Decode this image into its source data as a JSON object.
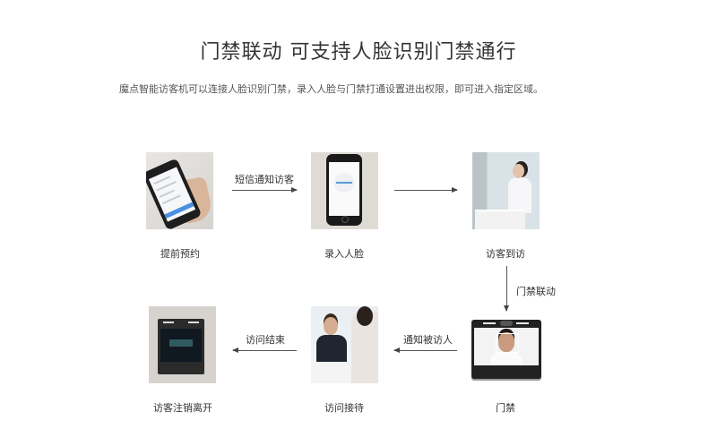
{
  "header": {
    "title": "门禁联动 可支持人脸识别门禁通行",
    "subtitle": "魔点智能访客机可以连接人脸识别门禁，录入人脸与门禁打通设置进出权限，即可进入指定区域。"
  },
  "flow": {
    "nodes": [
      {
        "id": "appointment",
        "label": "提前预约",
        "icon": "phone-in-hand-image"
      },
      {
        "id": "face-enroll",
        "label": "录入人脸",
        "icon": "phone-face-enroll-image"
      },
      {
        "id": "visitor-arrive",
        "label": "访客到访",
        "icon": "reception-desk-image"
      },
      {
        "id": "access-gate",
        "label": "门禁",
        "icon": "face-recognition-terminal-image"
      },
      {
        "id": "visit-reception",
        "label": "访问接待",
        "icon": "business-meeting-image"
      },
      {
        "id": "visitor-checkout",
        "label": "访客注销离开",
        "icon": "wall-terminal-image"
      }
    ],
    "edges": [
      {
        "from": "appointment",
        "to": "face-enroll",
        "label": "短信通知访客",
        "direction": "right"
      },
      {
        "from": "face-enroll",
        "to": "visitor-arrive",
        "label": "",
        "direction": "right"
      },
      {
        "from": "visitor-arrive",
        "to": "access-gate",
        "label": "门禁联动",
        "direction": "down"
      },
      {
        "from": "access-gate",
        "to": "visit-reception",
        "label": "通知被访人",
        "direction": "left"
      },
      {
        "from": "visit-reception",
        "to": "visitor-checkout",
        "label": "访问结束",
        "direction": "left"
      }
    ]
  },
  "colors": {
    "text": "#333333",
    "subtext": "#555555",
    "arrow": "#555555",
    "background": "#ffffff"
  }
}
